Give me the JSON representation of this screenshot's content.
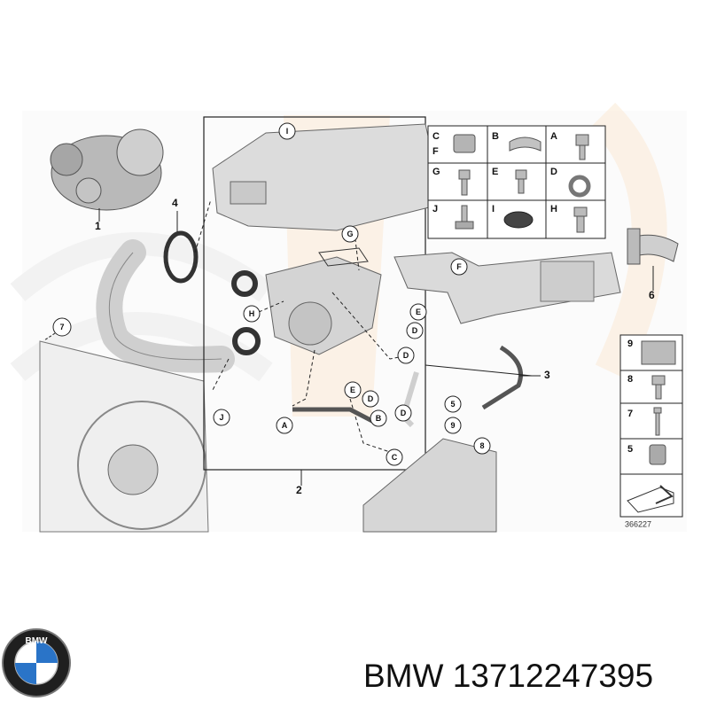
{
  "diagram": {
    "ref_number": "366227",
    "callouts": {
      "part_1": "1",
      "part_2": "2",
      "part_3": "3",
      "part_4": "4",
      "part_5": "5",
      "part_6": "6",
      "part_7": "7",
      "part_8": "8",
      "part_9": "9"
    },
    "letters": {
      "A": "A",
      "B": "B",
      "C": "C",
      "D": "D",
      "E": "E",
      "F": "F",
      "G": "G",
      "H": "H",
      "I": "I",
      "J": "J"
    },
    "fastener_key": [
      {
        "label": "C",
        "sub": "F"
      },
      {
        "label": "B"
      },
      {
        "label": "A"
      },
      {
        "label": "G"
      },
      {
        "label": "E"
      },
      {
        "label": "D"
      },
      {
        "label": "J"
      },
      {
        "label": "I"
      },
      {
        "label": "H"
      }
    ],
    "side_key": [
      "9",
      "8",
      "7",
      "5"
    ]
  },
  "caption": {
    "brand": "BMW",
    "part_number": "BMW 13712247395"
  },
  "colors": {
    "watermark": "#f3c690",
    "line": "#222222",
    "part_fill": "#d9d9d9",
    "bmw_blue": "#2a74c8"
  }
}
